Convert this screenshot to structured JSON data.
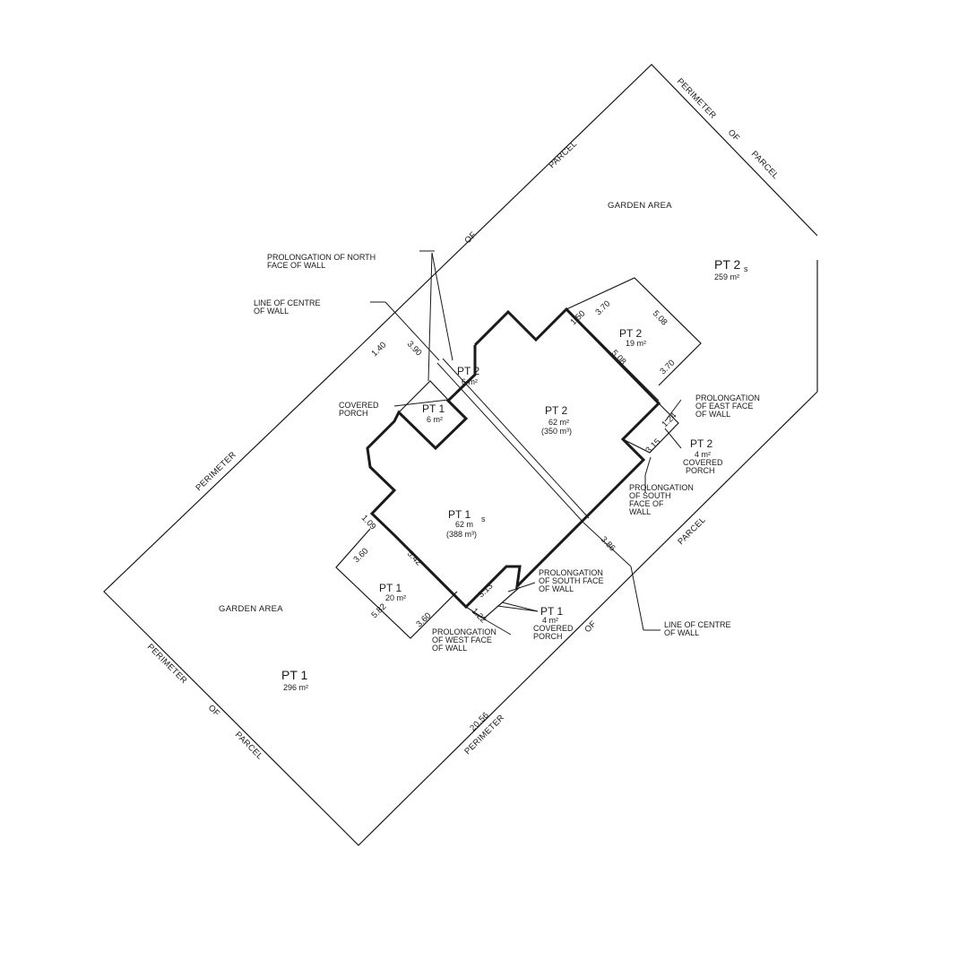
{
  "plan": {
    "perimeter_labels": {
      "top_left_edge": [
        "PARCEL",
        "OF"
      ],
      "top_right_edge": [
        "PERIMETER",
        "OF",
        "PARCEL"
      ],
      "left_edge": "PERIMETER",
      "bottom_left_edge": [
        "PERIMETER",
        "OF",
        "PARCEL"
      ],
      "bottom_right_edge": [
        "PERIMETER",
        "20.56",
        "PARCEL",
        "OF"
      ]
    },
    "areas": {
      "garden_top": "GARDEN AREA",
      "garden_bottom": "GARDEN AREA",
      "pt2_garden": {
        "name": "PT 2",
        "sup": "s",
        "area": "259 m²"
      },
      "pt1_garden": {
        "name": "PT 1",
        "area": "296 m²"
      },
      "pt2_main": {
        "name": "PT 2",
        "area": "62 m²",
        "sub": "(350 m³)"
      },
      "pt1_main": {
        "name": "PT 1",
        "sup": "s",
        "area": "62 m",
        "sub": "(388 m³)"
      },
      "pt2_small_top": {
        "name": "PT 2",
        "area": "6 m²"
      },
      "pt1_small_top": {
        "name": "PT 1",
        "area": "6 m²"
      },
      "pt2_patio": {
        "name": "PT 2",
        "area": "19 m²"
      },
      "pt1_patio": {
        "name": "PT 1",
        "area": "20 m²"
      },
      "pt2_porch": {
        "name": "PT 2",
        "area": "4 m²",
        "line1": "COVERED",
        "line2": "PORCH"
      },
      "pt1_porch": {
        "name": "PT 1",
        "area": "4 m²",
        "line1": "COVERED",
        "line2": "PORCH"
      }
    },
    "dimensions": {
      "d_140": "1.40",
      "d_390": "3.90",
      "d_150": "1.50",
      "d_370a": "3.70",
      "d_508a": "5.08",
      "d_508b": "5.08",
      "d_370b": "3.70",
      "d_124": "1.24",
      "d_315a": "3.15",
      "d_386": "3.86",
      "d_109": "1.09",
      "d_360a": "3.60",
      "d_542": "5.42",
      "d_582": "5.82",
      "d_360b": "3.60",
      "d_313": "3.13",
      "d_122": "1.22"
    },
    "callouts": {
      "north_face": [
        "PROLONGATION OF NORTH",
        "FACE OF WALL"
      ],
      "centre_top": [
        "LINE OF CENTRE",
        "OF WALL"
      ],
      "covered_porch": [
        "COVERED",
        "PORCH"
      ],
      "east_face": [
        "PROLONGATION",
        "OF EAST FACE",
        "OF WALL"
      ],
      "south_face_right": [
        "PROLONGATION",
        "OF SOUTH",
        "FACE OF",
        "WALL"
      ],
      "south_face_bottom": [
        "PROLONGATION",
        "OF SOUTH FACE",
        "OF WALL"
      ],
      "west_face": [
        "PROLONGATION",
        "OF WEST FACE",
        "OF WALL"
      ],
      "centre_bottom": [
        "LINE OF CENTRE",
        "OF WALL"
      ]
    }
  }
}
